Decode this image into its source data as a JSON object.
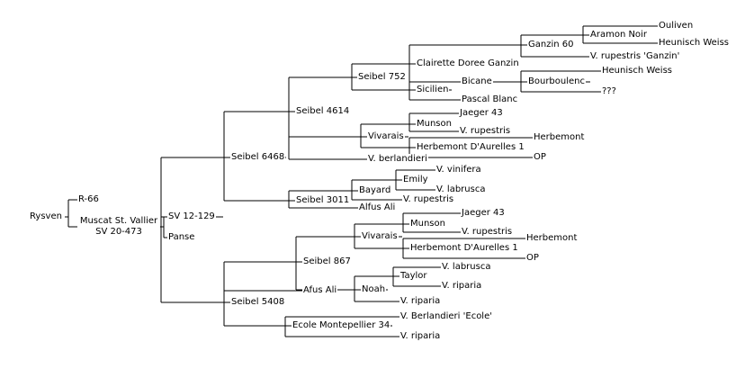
{
  "tree": {
    "label": "Rysven",
    "children": [
      {
        "label": "R-66"
      },
      {
        "label": "Muscat St. Vallier SV 20-473",
        "children": [
          {
            "label": "SV 12-129",
            "children": [
              {
                "label": "Seibel 6468",
                "children": [
                  {
                    "label": "Seibel 4614",
                    "children": [
                      {
                        "label": "Seibel 752",
                        "children": [
                          {
                            "label": "Clairette Doree Ganzin",
                            "children": [
                              {
                                "label": "Ganzin 60",
                                "children": [
                                  {
                                    "label": "Aramon Noir",
                                    "children": [
                                      {
                                        "label": "Ouliven"
                                      },
                                      {
                                        "label": "Heunisch Weiss"
                                      }
                                    ]
                                  },
                                  {
                                    "label": "V. rupestris 'Ganzin'"
                                  }
                                ]
                              },
                              {
                                "label": "Bourboulenc",
                                "children": [
                                  {
                                    "label": "Heunisch Weiss"
                                  },
                                  {
                                    "label": "???"
                                  }
                                ]
                              }
                            ]
                          },
                          {
                            "label": "Sicilien",
                            "children": [
                              {
                                "label": "Bicane"
                              },
                              {
                                "label": "Pascal Blanc"
                              }
                            ]
                          }
                        ]
                      },
                      {
                        "label": "Vivarais",
                        "children": [
                          {
                            "label": "Munson",
                            "children": [
                              {
                                "label": "Jaeger 43"
                              },
                              {
                                "label": "V. rupestris"
                              }
                            ]
                          },
                          {
                            "label": "Herbemont D'Aurelles 1",
                            "children": [
                              {
                                "label": "Herbemont"
                              },
                              {
                                "label": "OP"
                              }
                            ]
                          }
                        ]
                      },
                      {
                        "label": "V. berlandieri"
                      }
                    ]
                  },
                  {
                    "label": "Seibel 3011",
                    "children": [
                      {
                        "label": "Bayard",
                        "children": [
                          {
                            "label": "Emily",
                            "children": [
                              {
                                "label": "V. vinifera"
                              },
                              {
                                "label": "V. labrusca"
                              }
                            ]
                          },
                          {
                            "label": "V. rupestris"
                          }
                        ]
                      },
                      {
                        "label": "Alfus Ali"
                      }
                    ]
                  }
                ]
              },
              {
                "label": "Seibel 5408",
                "children": [
                  {
                    "label": "Seibel 867",
                    "children": [
                      {
                        "label": "Vivarais",
                        "children": [
                          {
                            "label": "Munson",
                            "children": [
                              {
                                "label": "Jaeger 43"
                              },
                              {
                                "label": "V. rupestris"
                              }
                            ]
                          },
                          {
                            "label": "Herbemont D'Aurelles 1",
                            "children": [
                              {
                                "label": "Herbemont"
                              },
                              {
                                "label": "OP"
                              }
                            ]
                          }
                        ]
                      },
                      {
                        "label": "Noah",
                        "children": [
                          {
                            "label": "Taylor",
                            "children": [
                              {
                                "label": "V. labrusca"
                              },
                              {
                                "label": "V. riparia"
                              }
                            ]
                          },
                          {
                            "label": "V. riparia"
                          }
                        ]
                      }
                    ]
                  },
                  {
                    "label": "Afus Ali"
                  },
                  {
                    "label": "Ecole Montepellier 34",
                    "children": [
                      {
                        "label": "V. Berlandieri 'Ecole'"
                      },
                      {
                        "label": "V. riparia"
                      }
                    ]
                  }
                ]
              }
            ]
          },
          {
            "label": "Panse"
          }
        ]
      }
    ]
  }
}
